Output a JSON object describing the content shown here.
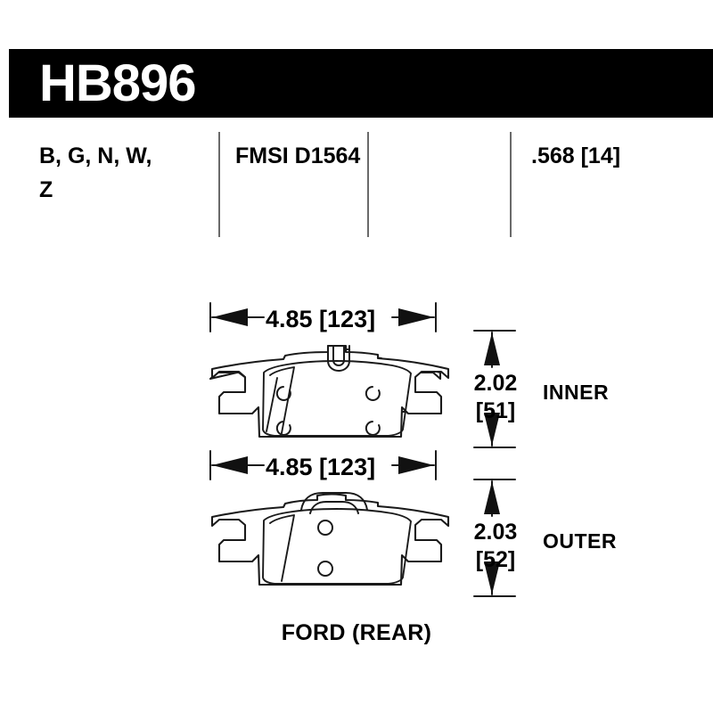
{
  "header": {
    "part_number": "HB896"
  },
  "spec_row": {
    "compounds": "B, G, N, W,\nZ",
    "fmsi": "FMSI D1564",
    "thickness": ".568 [14]"
  },
  "pads": [
    {
      "position_label": "INNER",
      "width_dim": "4.85 [123]",
      "height_dim": "2.02\n[51]"
    },
    {
      "position_label": "OUTER",
      "width_dim": "4.85 [123]",
      "height_dim": "2.03\n[52]"
    }
  ],
  "caption": "FORD (REAR)",
  "colors": {
    "header_background": "#000000",
    "header_text": "#ffffff",
    "body_text": "#000000",
    "separator": "#6a6a6a",
    "drawing_line": "#1a1a1a",
    "page_background": "#ffffff"
  }
}
